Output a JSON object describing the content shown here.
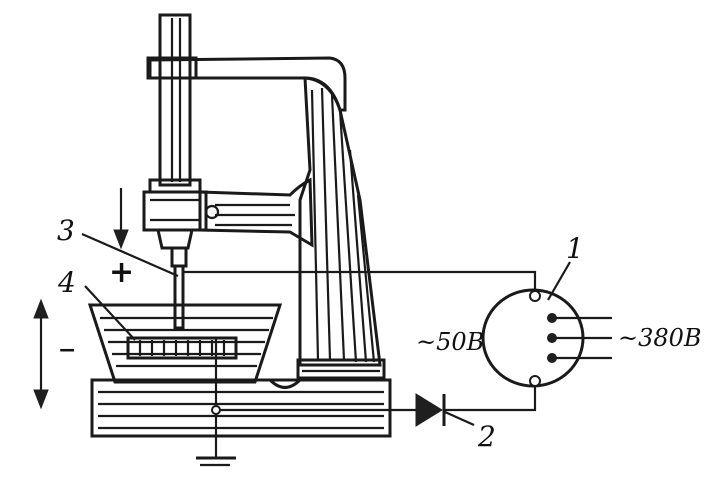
{
  "diagram": {
    "callouts": [
      {
        "id": "1",
        "text": "1"
      },
      {
        "id": "2",
        "text": "2"
      },
      {
        "id": "3",
        "text": "3"
      },
      {
        "id": "4",
        "text": "4"
      }
    ],
    "polarity": {
      "positive": "+",
      "negative": "−"
    },
    "voltages": {
      "secondary": "~50В",
      "primary": "~380В"
    },
    "colors": {
      "ink": "#1a1a1a",
      "background": "#ffffff"
    }
  }
}
